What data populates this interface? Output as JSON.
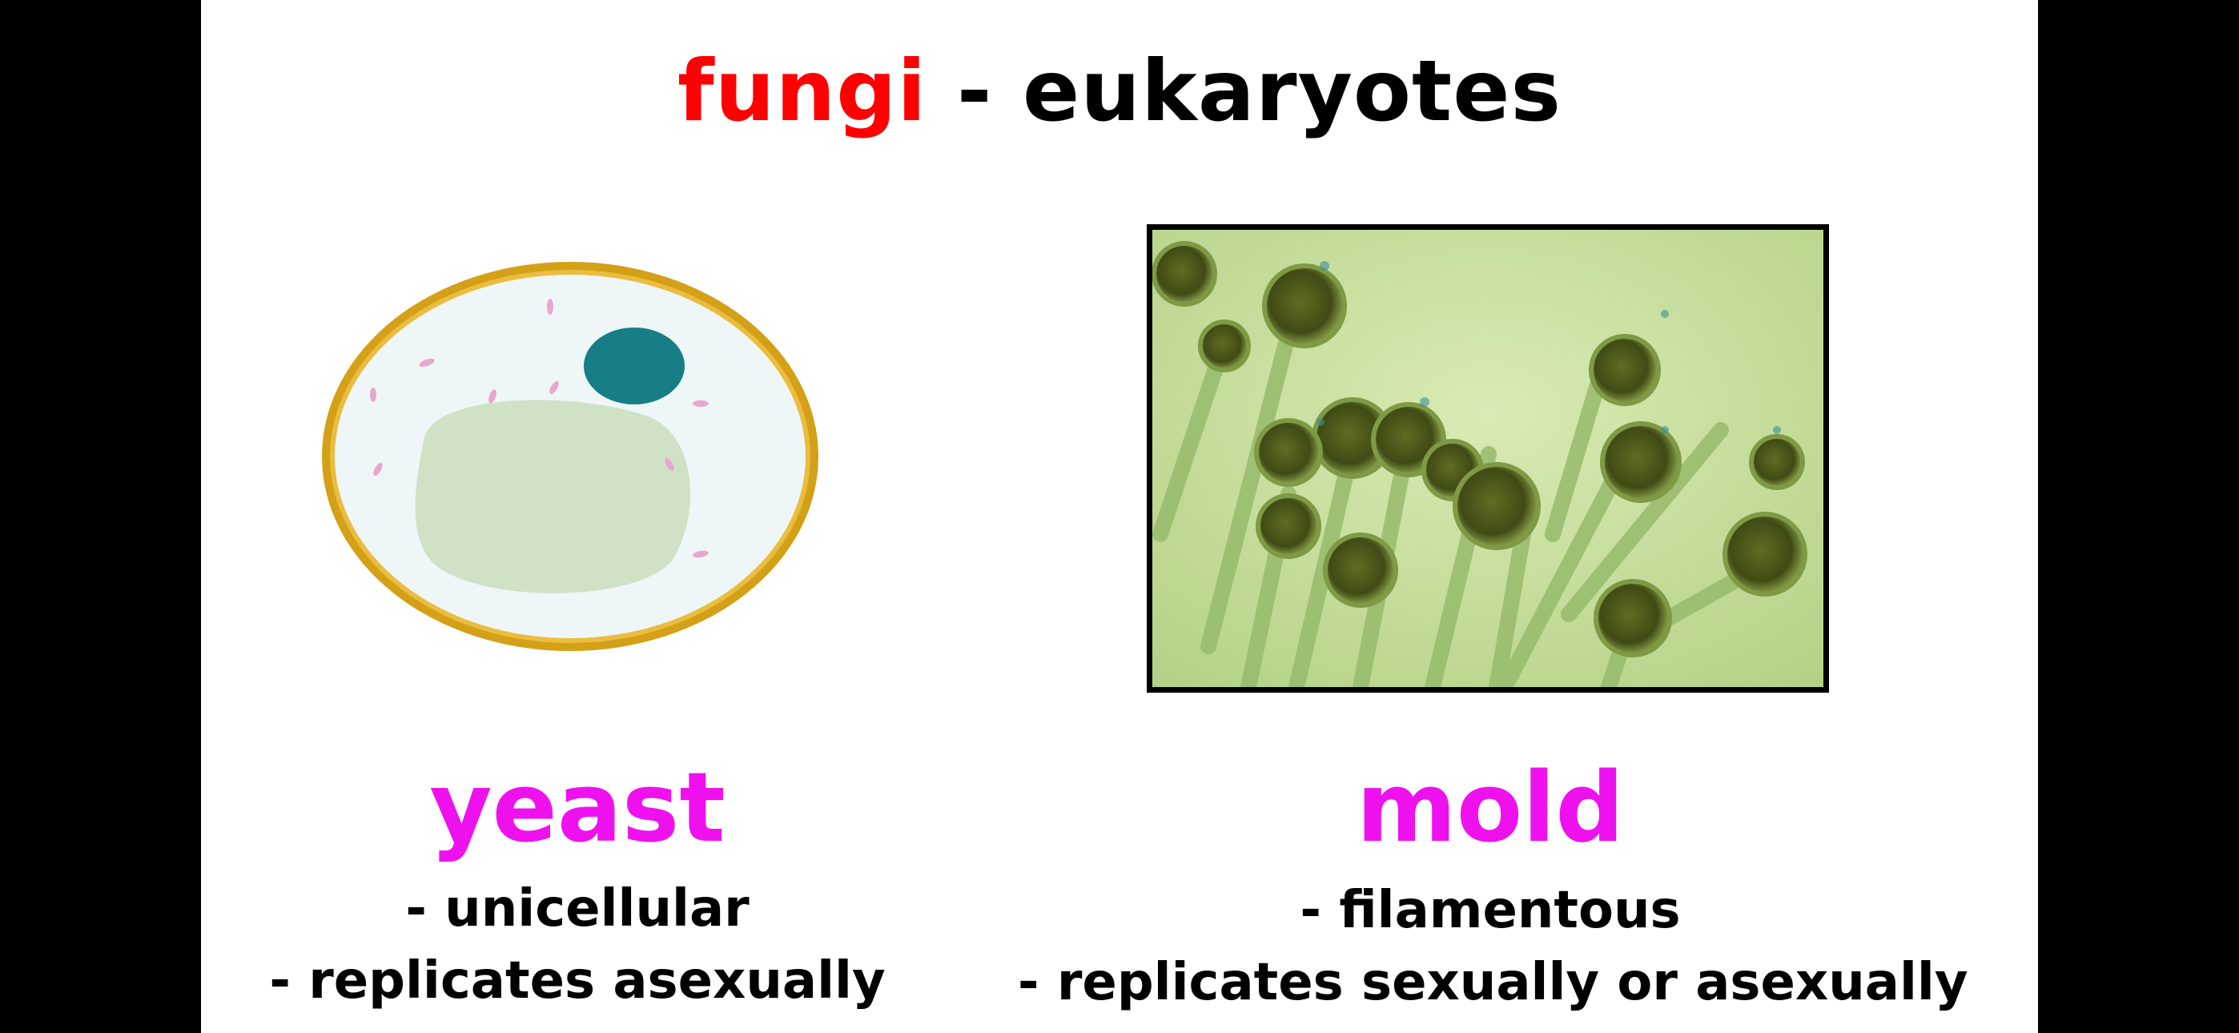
{
  "title": {
    "highlight": "fungi",
    "rest": " - eukaryotes",
    "highlight_color": "#ff0000"
  },
  "yeast": {
    "name": "yeast",
    "traits": [
      "- unicellular",
      "- replicates asexually"
    ],
    "illustration": "yeast-cell-diagram"
  },
  "mold": {
    "name": "mold",
    "traits": [
      "- filamentous",
      "- replicates sexually or asexually"
    ],
    "illustration": "mold-micrograph"
  },
  "colors": {
    "name_color": "#ee11ee",
    "background": "#ffffff",
    "letterbox": "#000000"
  }
}
